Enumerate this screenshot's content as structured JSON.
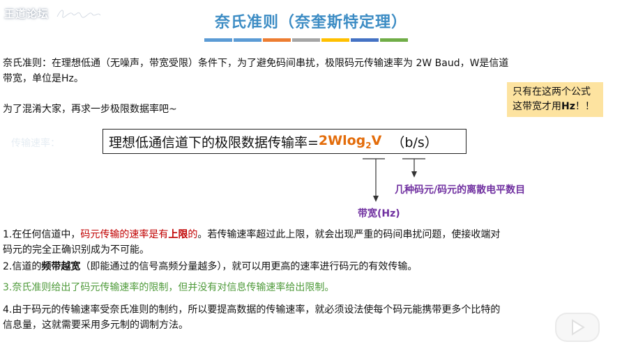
{
  "header": {
    "logo_text": "王道论坛",
    "title": "奈氏准则（奈奎斯特定理）",
    "title_bar_colors": [
      "#5b9bd5",
      "#5b9bd5",
      "#ed7d31",
      "#a5a5a5",
      "#ffc000",
      "#4472c4",
      "#70ad47"
    ]
  },
  "intro": {
    "line1": "奈氏准则：在理想低通（无噪声，带宽受限）条件下，为了避免码间串扰，极限码元传输速率为 2W Baud，W是信道",
    "line2": "带宽，单位是Hz。",
    "line3": "为了混淆大家，再求一步极限数据率吧~"
  },
  "note": {
    "line1": "只有在这两个公式",
    "line2_prefix": "这带宽才用",
    "line2_bold": "Hz",
    "line2_suffix": "！！"
  },
  "formula": {
    "faint_label": "传输速率：",
    "prefix": "理想低通信道下的极限数据传输率=",
    "expr_main": "2Wlog",
    "expr_sub": "2",
    "expr_tail": "V",
    "unit": "（b/s）"
  },
  "annotations": {
    "levels_label": "几种码元/码元的离散电平数目",
    "bandwidth_label": "带宽(Hz)"
  },
  "points": {
    "p1_prefix": "1.在任何信道中，",
    "p1_red1": "码元传输的速率是有",
    "p1_red2": "上限",
    "p1_red3": "的",
    "p1_suffix": "。若传输速率超过此上限，就会出现严重的码间串扰问题，使接收端对",
    "p1_line2": "码元的完全正确识别成为不可能。",
    "p2_prefix": "2.信道的",
    "p2_bold": "频带越宽",
    "p2_suffix": "（即能通过的信号高频分量越多），就可以用更高的速率进行码元的有效传输。",
    "p3": "3.奈氏准则给出了码元传输速率的限制，但并没有对信息传输速率给出限制。",
    "p4_line1": "4.由于码元的传输速率受奈氏准则的制约，所以要提高数据的传输速率，就必须设法使每个码元能携带更多个比特的",
    "p4_line2": "信息量，这就需要采用多元制的调制方法。"
  }
}
